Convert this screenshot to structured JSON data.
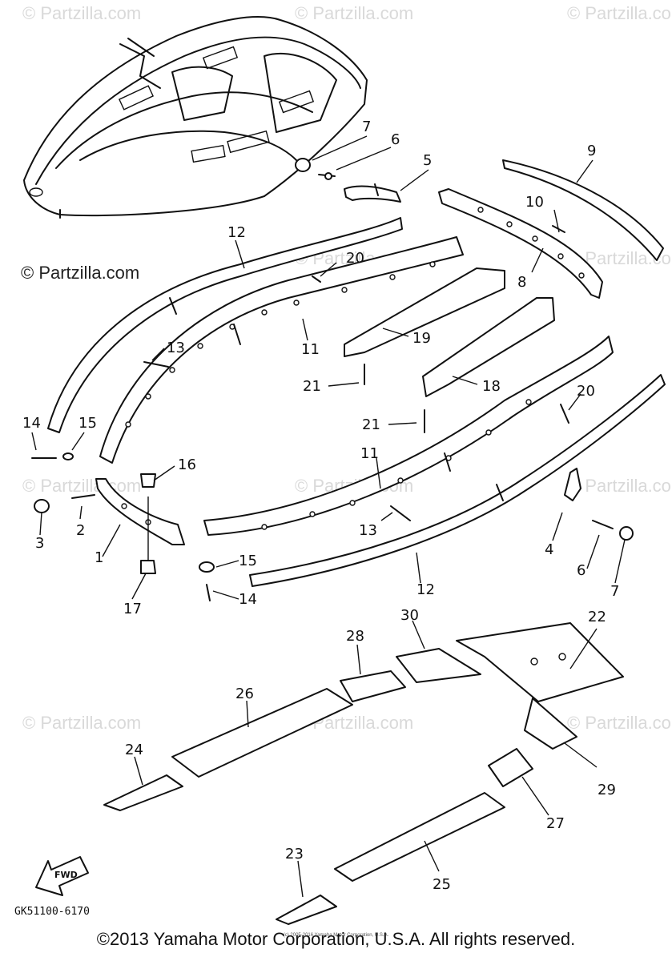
{
  "watermark": "© Partzilla.com",
  "side_watermark": "© Partzilla.com",
  "diagram_code": "GK51100-6170",
  "fwd_label": "FWD",
  "copyright": "©2013 Yamaha Motor Corporation, U.S.A. All rights reserved.",
  "tiny_copyright": "(c) 2005-2016 Yamaha Motor Corporation, U.S.A.",
  "callouts": {
    "c7a": "7",
    "c6a": "6",
    "c5": "5",
    "c9": "9",
    "c10": "10",
    "c8": "8",
    "c12a": "12",
    "c20a": "20",
    "c11a": "11",
    "c19": "19",
    "c13a": "13",
    "c21a": "21",
    "c18": "18",
    "c20b": "20",
    "c21b": "21",
    "c14a": "14",
    "c15a": "15",
    "c16": "16",
    "c3": "3",
    "c2": "2",
    "c1": "1",
    "c17": "17",
    "c11b": "11",
    "c13b": "13",
    "c15b": "15",
    "c14b": "14",
    "c12b": "12",
    "c4": "4",
    "c6b": "6",
    "c7b": "7",
    "c30": "30",
    "c22": "22",
    "c28": "28",
    "c26": "26",
    "c24": "24",
    "c29": "29",
    "c27": "27",
    "c23": "23",
    "c25": "25"
  }
}
